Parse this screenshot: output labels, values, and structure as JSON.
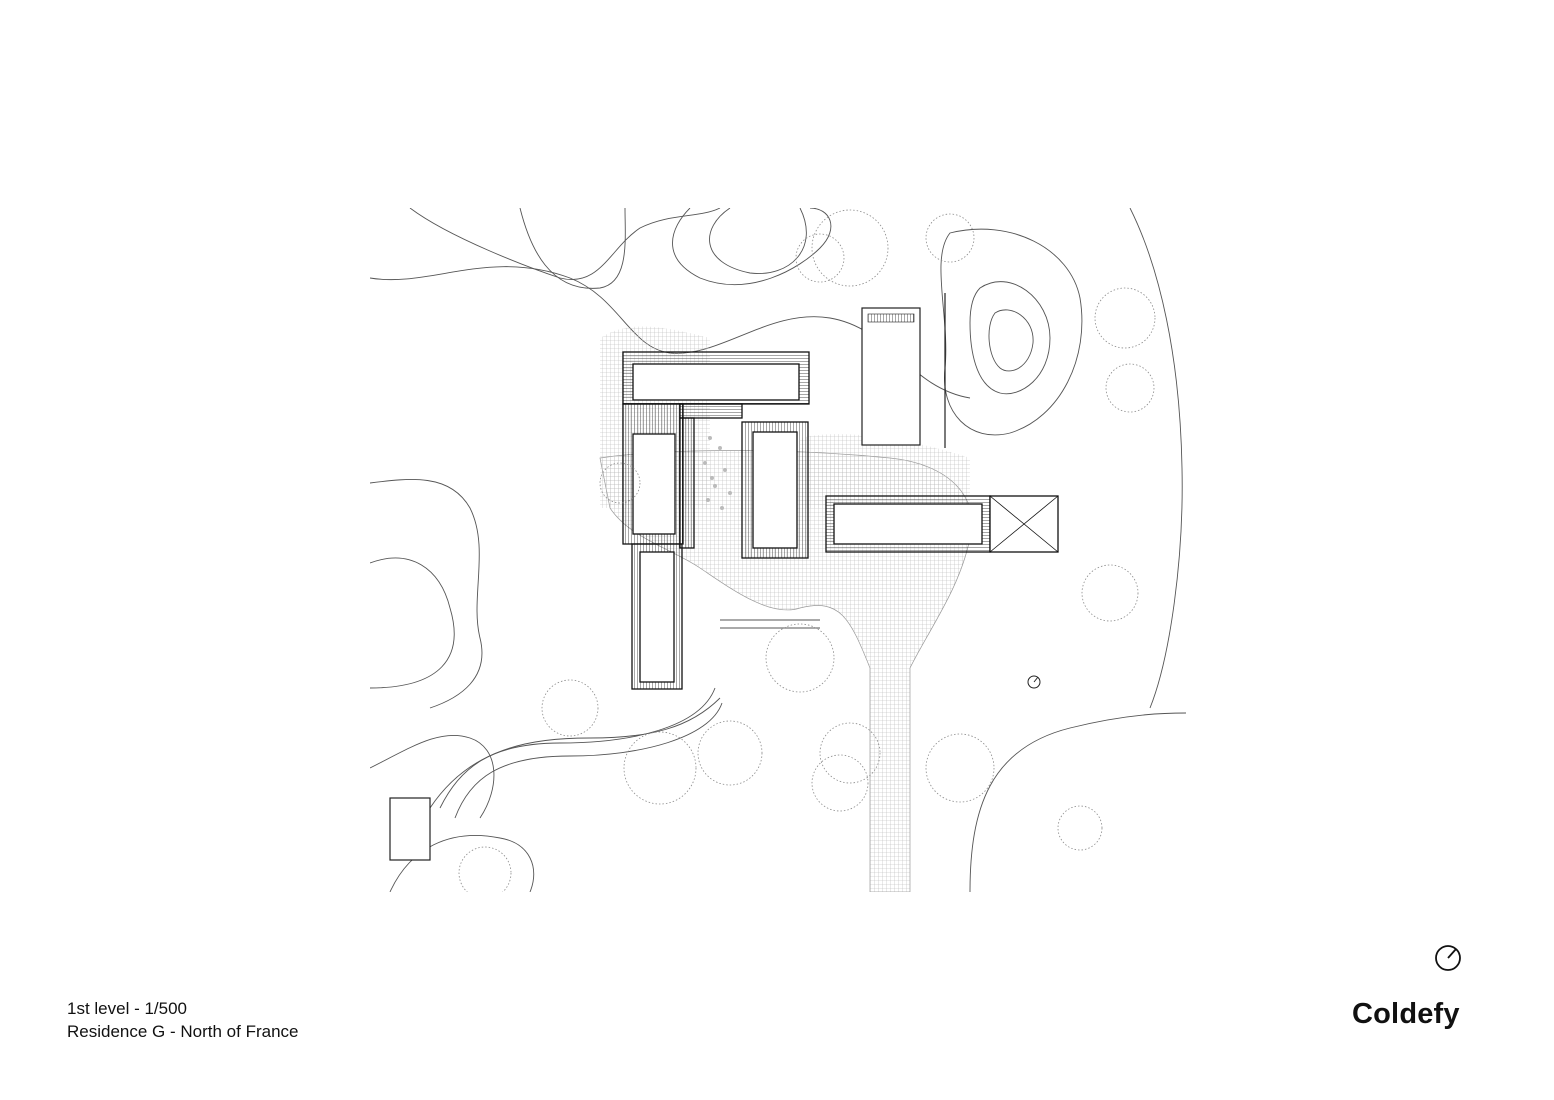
{
  "caption": {
    "level": "1st level - 1/500",
    "project": "Residence G - North of France"
  },
  "brand": {
    "name": "Coldefy"
  },
  "icons": {
    "north_arrow": "north-arrow-icon"
  },
  "colors": {
    "line": "#555555",
    "wall": "#111111",
    "tree": "#8a8a8a"
  }
}
